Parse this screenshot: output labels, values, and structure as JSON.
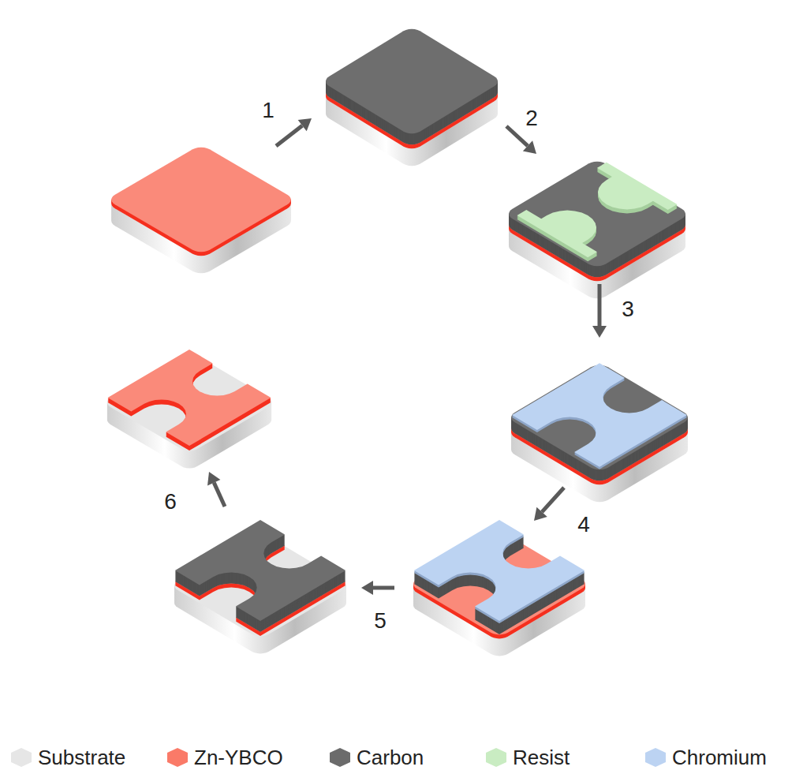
{
  "diagram": {
    "labels": [
      "1",
      "2",
      "3",
      "4",
      "5",
      "6"
    ],
    "legend": [
      {
        "text": "Substrate",
        "color": "#e6e6e6"
      },
      {
        "text": "Zn-YBCO",
        "color": "#fa7a68"
      },
      {
        "text": "Carbon",
        "color": "#6b6b6b"
      },
      {
        "text": "Resist",
        "color": "#c9ecc2"
      },
      {
        "text": "Chromium",
        "color": "#bcd3f2"
      }
    ]
  }
}
